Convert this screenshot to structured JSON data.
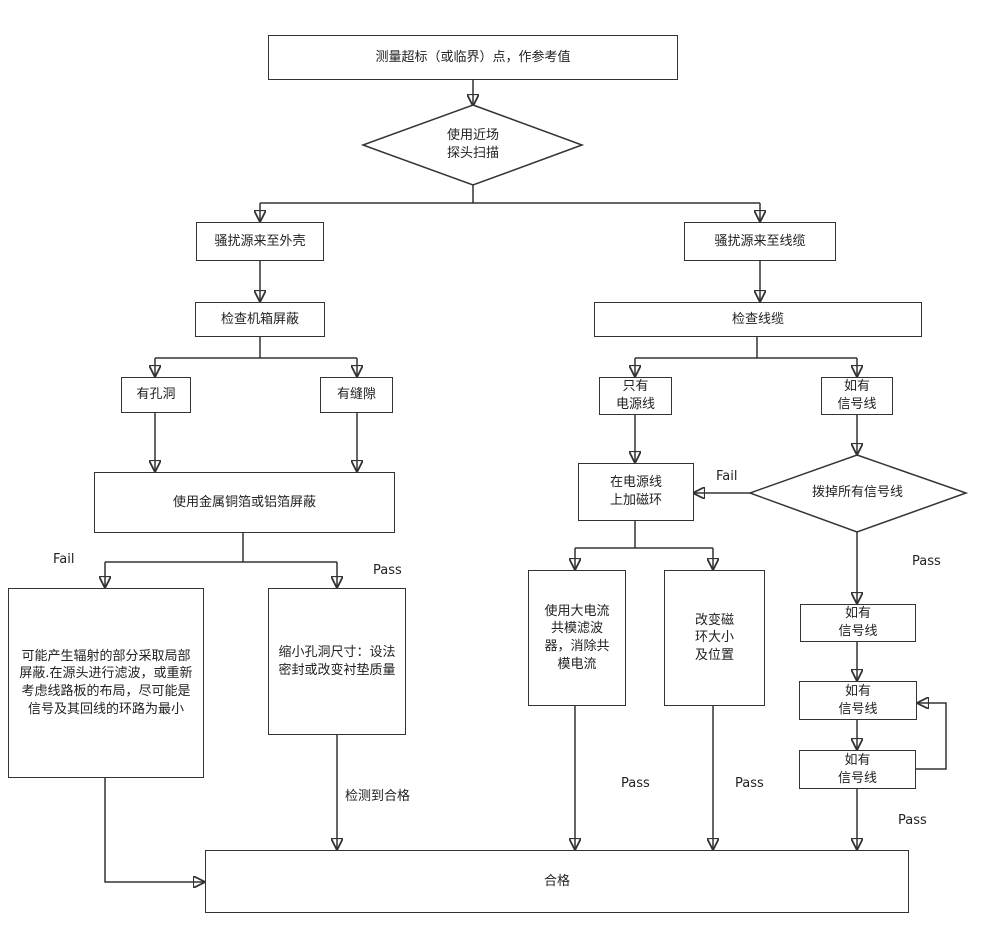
{
  "nodes": {
    "start": "测量超标（或临界）点，作参考值",
    "probe_scan": "使用近场\n探头扫描",
    "src_case": "骚扰源来至外壳",
    "src_cable": "骚扰源来至线缆",
    "check_shield": "检查机箱屏蔽",
    "check_cable": "检查线缆",
    "has_hole": "有孔洞",
    "has_gap": "有缝隙",
    "foil_shield": "使用金属铜箔或铝箔屏蔽",
    "local_shield": "可能产生辐射的部分采取局部屏蔽.在源头进行滤波，或重新考虑线路板的布局，尽可能是信号及其回线的环路为最小",
    "shrink_hole": "缩小孔洞尺寸：设法\n密封或改变衬垫质量",
    "only_power": "只有\n电源线",
    "has_signal": "如有\n信号线",
    "add_ferrite": "在电源线\n上加磁环",
    "unplug_signal": "拨掉所有信号线",
    "cm_filter": "使用大电流\n共模滤波\n器，消除共\n模电流",
    "change_ferrite": "改变磁\n环大小\n及位置",
    "signal_1": "如有\n信号线",
    "signal_2": "如有\n信号线",
    "signal_3": "如有\n信号线",
    "pass_final": "合格"
  },
  "labels": {
    "fail_left": "Fail",
    "pass_mid": "Pass",
    "detected_pass": "检测到合格",
    "fail_right": "Fail",
    "pass_right": "Pass",
    "pass_cm": "Pass",
    "pass_ferrite": "Pass",
    "pass_signal": "Pass"
  }
}
